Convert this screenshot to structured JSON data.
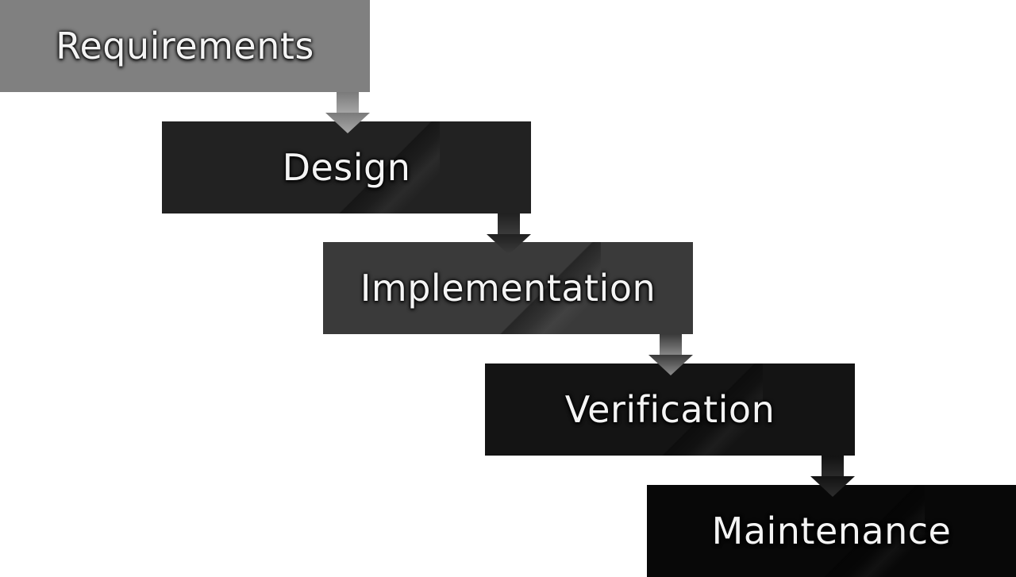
{
  "diagram": {
    "stages": [
      {
        "label": "Requirements",
        "color": "#808080",
        "text_color": "#f4f4f4"
      },
      {
        "label": "Design",
        "color": "#222222",
        "text_color": "#f4f4f4"
      },
      {
        "label": "Implementation",
        "color": "#3a3a3a",
        "text_color": "#f4f4f4"
      },
      {
        "label": "Verification",
        "color": "#141414",
        "text_color": "#f4f4f4"
      },
      {
        "label": "Maintenance",
        "color": "#080808",
        "text_color": "#f4f4f4"
      }
    ],
    "connectors": [
      {
        "from": "Requirements",
        "to": "Design",
        "icon": "arrow-down-icon",
        "color": "#8a8a8a"
      },
      {
        "from": "Design",
        "to": "Implementation",
        "icon": "arrow-down-icon",
        "color": "#2a2a2a"
      },
      {
        "from": "Implementation",
        "to": "Verification",
        "icon": "arrow-down-icon",
        "color": "#6e6e6e"
      },
      {
        "from": "Verification",
        "to": "Maintenance",
        "icon": "arrow-down-icon",
        "color": "#1e1e1e"
      }
    ]
  }
}
